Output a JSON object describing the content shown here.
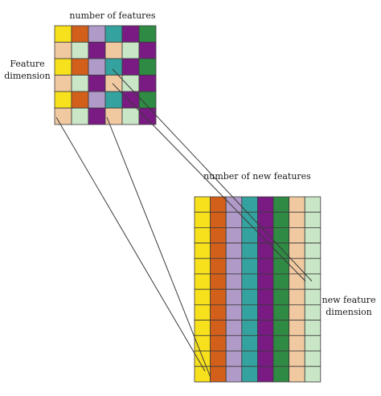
{
  "labels": {
    "top_title": "number of features",
    "side_label_line1": "Feature",
    "side_label_line2": "dimension",
    "new_title": "number of new features",
    "new_side_line1": "new feature",
    "new_side_line2": "dimension"
  },
  "colors": {
    "yellow": "#f7e01c",
    "orange": "#d2601b",
    "lavender": "#b09ac8",
    "teal": "#34a3a0",
    "purple": "#7a1b84",
    "green": "#2f8a43",
    "peach": "#f1c9a1",
    "mint": "#c9e6c6",
    "grid_line": "#3a3a3a"
  },
  "input_grid": {
    "rows": [
      [
        "yellow",
        "orange",
        "lavender",
        "teal",
        "purple",
        "green"
      ],
      [
        "peach",
        "mint",
        "purple",
        "peach",
        "mint",
        "purple"
      ],
      [
        "yellow",
        "orange",
        "lavender",
        "teal",
        "purple",
        "green"
      ],
      [
        "peach",
        "mint",
        "purple",
        "peach",
        "mint",
        "purple"
      ],
      [
        "yellow",
        "orange",
        "lavender",
        "teal",
        "purple",
        "green"
      ],
      [
        "peach",
        "mint",
        "purple",
        "peach",
        "mint",
        "purple"
      ]
    ]
  },
  "output_grid": {
    "columns": [
      "yellow",
      "orange",
      "lavender",
      "teal",
      "purple",
      "green",
      "peach",
      "mint"
    ],
    "row_count": 12
  }
}
